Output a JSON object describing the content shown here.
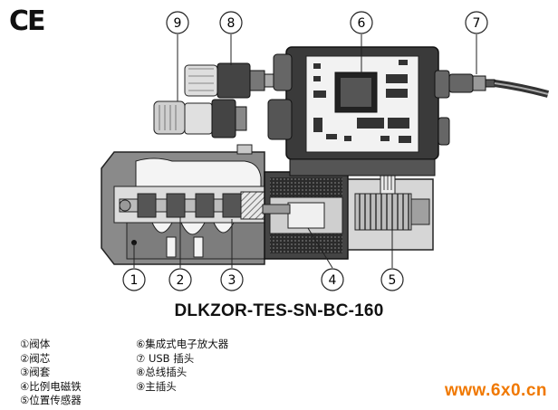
{
  "ce_mark": "CE",
  "model": "DLKZOR-TES-SN-BC-160",
  "callouts": [
    "1",
    "2",
    "3",
    "4",
    "5",
    "6",
    "7",
    "8",
    "9"
  ],
  "legend_left": [
    "①阀体",
    "②阀芯",
    "③阀套",
    "④比例电磁铁",
    "⑤位置传感器"
  ],
  "legend_right": [
    "⑥集成式电子放大器",
    "⑦ USB 插头",
    "⑧总线插头",
    "⑨主插头"
  ],
  "watermark": "www.6x0.cn"
}
